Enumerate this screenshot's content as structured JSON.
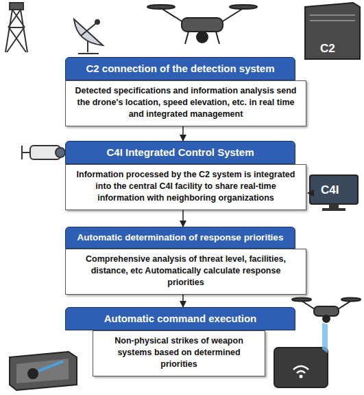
{
  "diagram": {
    "nodes": [
      {
        "text": [
          "C2 connection of the detection system",
          "Detected specifications and information analysis send the drone's location, speed elevation, etc. in real time and integrated management"
        ]
      },
      {
        "text": [
          "C4I Integrated Control System",
          "Information processed by the C2 system is integrated into the central C4I facility to share real-time information with neighboring organizations"
        ]
      },
      {
        "text": [
          "Automatic determination of response priorities",
          "Comprehensive analysis of threat level, facilities, distance, etc Automatically calculate response priorities"
        ]
      },
      {
        "text": [
          "Automatic command execution",
          "Non-physical strikes of weapon systems based on determined priorities"
        ]
      }
    ],
    "edges": [
      {
        "from": 0,
        "to": 1,
        "arrow": "to"
      },
      {
        "from": 1,
        "to": 2,
        "arrow": "to"
      },
      {
        "from": 2,
        "to": 3,
        "arrow": "to"
      }
    ],
    "labels": [
      "C2",
      "C4I"
    ]
  }
}
